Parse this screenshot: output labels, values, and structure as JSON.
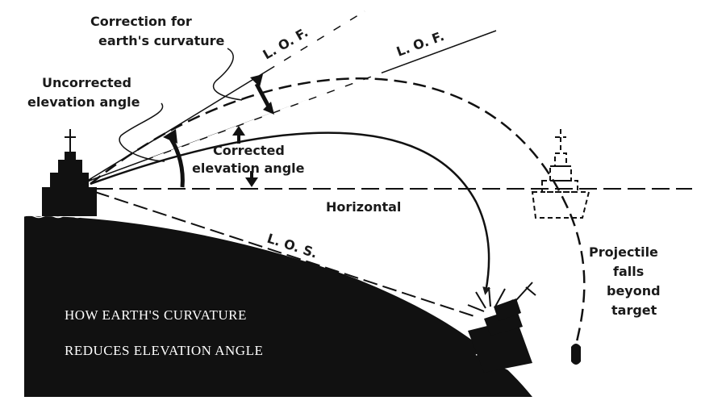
{
  "labels": {
    "correction_line1": "Correction for",
    "correction_line2": "earth's curvature",
    "lof_upper": "L. O. F.",
    "lof_lower": "L. O. F.",
    "uncorrected_line1": "Uncorrected",
    "uncorrected_line2": "elevation angle",
    "corrected_line1": "Corrected",
    "corrected_line2": "elevation angle",
    "horizontal": "Horizontal",
    "los": "L. O. S.",
    "projectile_line1": "Projectile",
    "projectile_line2": "falls",
    "projectile_line3": "beyond",
    "projectile_line4": "target"
  },
  "caption": {
    "line1": "HOW EARTH'S CURVATURE",
    "line2": "REDUCES ELEVATION ANGLE"
  },
  "colors": {
    "ink": "#1a1a1a",
    "background": "#ffffff"
  }
}
